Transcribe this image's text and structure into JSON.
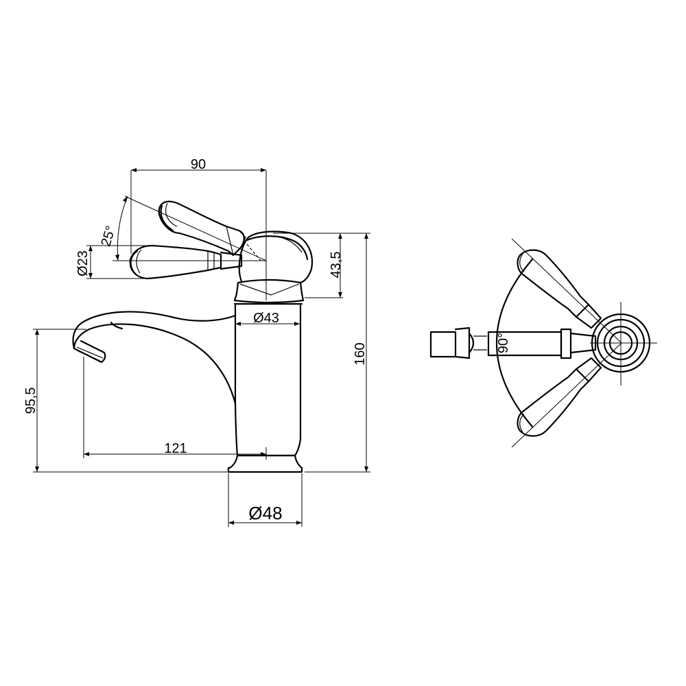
{
  "dimensions": {
    "handle_reach": "90",
    "handle_angle": "25°",
    "handle_diameter": "Ø23",
    "lever_height": "43,5",
    "body_diameter": "Ø43",
    "total_height": "160",
    "spout_height": "95,5",
    "spout_reach": "121",
    "base_diameter": "Ø48",
    "plan_rotation": "90°"
  }
}
